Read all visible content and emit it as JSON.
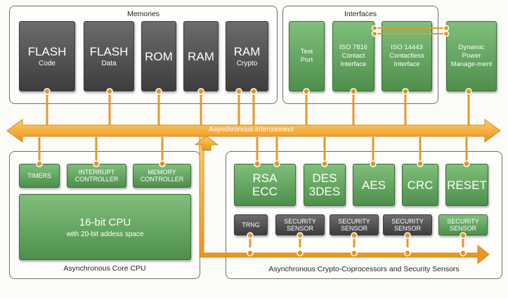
{
  "memories": {
    "title": "Memories",
    "blocks": [
      {
        "main": "FLASH",
        "sub": "Code"
      },
      {
        "main": "FLASH",
        "sub": "Data"
      },
      {
        "main": "ROM",
        "sub": ""
      },
      {
        "main": "RAM",
        "sub": ""
      },
      {
        "main": "RAM",
        "sub": "Crypto"
      }
    ]
  },
  "interfaces": {
    "title": "Interfaces",
    "blocks": [
      {
        "text": "Test Port"
      },
      {
        "text": "ISO 7816 Contact Interface"
      },
      {
        "text": "ISO 14443 Contactless Interface"
      }
    ],
    "power": "Dynamic Power Manage-ment"
  },
  "bus": {
    "label": "Asynchronous interconnect"
  },
  "core": {
    "title": "Asynchronous Core CPU",
    "timers": "TIMERS",
    "interrupt": "INTERRUPT CONTROLLER",
    "memctrl": "MEMORY CONTROLLER",
    "cpu_main": "16-bit CPU",
    "cpu_sub": "with 20-bit addess space"
  },
  "crypto": {
    "title": "Asynchronous Crypto-Coprocessors and Security Sensors",
    "rsa": "RSA ECC",
    "des": "DES 3DES",
    "aes": "AES",
    "crc": "CRC",
    "reset": "RESET",
    "trng": "TRNG",
    "sensor": "SECURITY SENSOR"
  },
  "colors": {
    "accent_orange": "#f5a623",
    "block_green": "#6aa867",
    "block_dark": "#4a4a4a"
  }
}
